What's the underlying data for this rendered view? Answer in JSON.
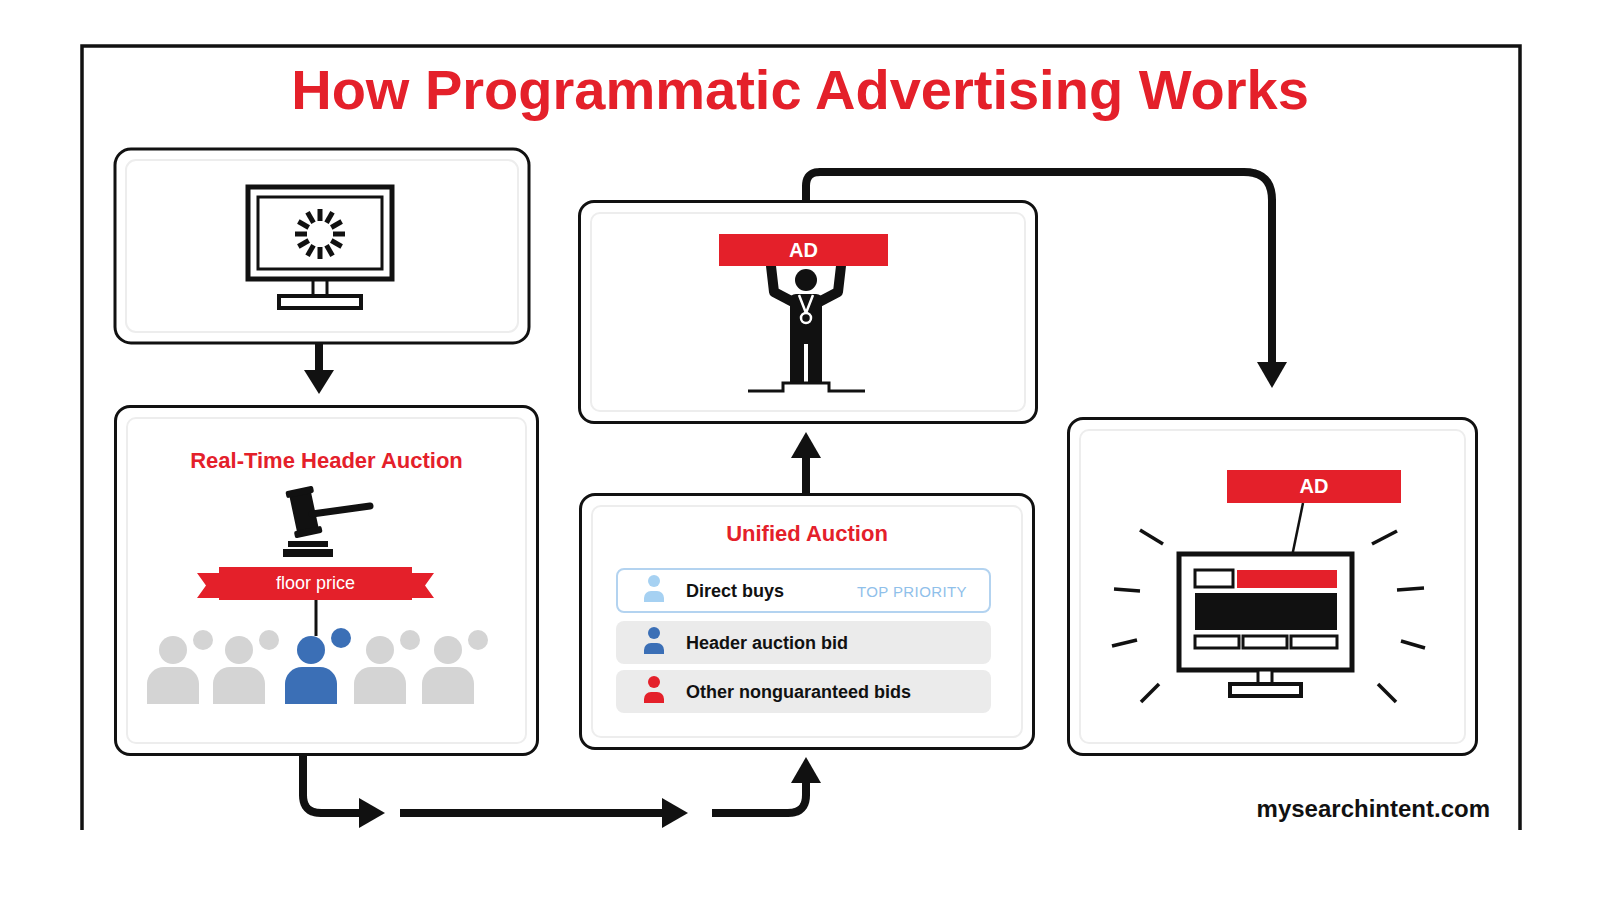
{
  "diagram": {
    "title": "How Programmatic Advertising Works",
    "nodes": [
      {
        "text": [
          "Real-Time Header Auction"
        ]
      },
      {
        "text": [
          "floor price"
        ],
        "in": 0
      },
      {
        "text": [
          "Unified Auction"
        ]
      },
      {
        "text": [
          "Direct buys",
          "TOP PRIORITY"
        ],
        "in": 2
      },
      {
        "text": [
          "Header auction bid"
        ],
        "in": 2
      },
      {
        "text": [
          "Other nonguaranteed bids"
        ],
        "in": 2
      },
      {
        "text": [
          "AD"
        ]
      },
      {
        "text": [
          "AD"
        ]
      }
    ],
    "edges": [
      {
        "from": 0,
        "to": 2,
        "arrow": "to"
      },
      {
        "from": 2,
        "to": 6,
        "arrow": "to"
      },
      {
        "from": 6,
        "to": 7,
        "arrow": "to"
      }
    ],
    "labels": [
      "mysearchintent.com"
    ]
  }
}
